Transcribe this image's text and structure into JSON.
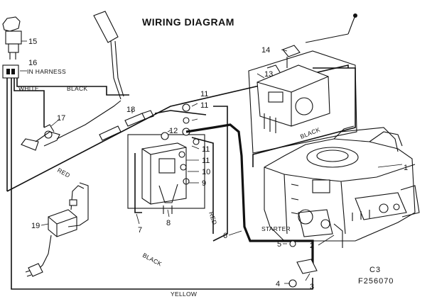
{
  "title": "WIRING DIAGRAM",
  "code": {
    "line1": "C3",
    "line2": "F256070"
  },
  "wire_labels": {
    "white": "WHITE",
    "black_top": "BLACK",
    "black_solenoid": "BLACK",
    "black_engine": "BLACK",
    "red_lower": "RED",
    "red_right": "RED",
    "yellow": "YELLOW",
    "in_harness": "IN HARNESS",
    "starter": "STARTER"
  },
  "callouts": {
    "c1": "1",
    "c2": "2",
    "c3": "3",
    "c4": "4",
    "c5": "5",
    "c6": "6",
    "c7": "7",
    "c8": "8",
    "c9": "9",
    "c10": "10",
    "c11a": "11",
    "c11b": "11",
    "c11c": "11",
    "c11d": "11",
    "c12": "12",
    "c13": "13",
    "c14": "14",
    "c15": "15",
    "c16": "16",
    "c17": "17",
    "c18": "18",
    "c19": "19"
  }
}
